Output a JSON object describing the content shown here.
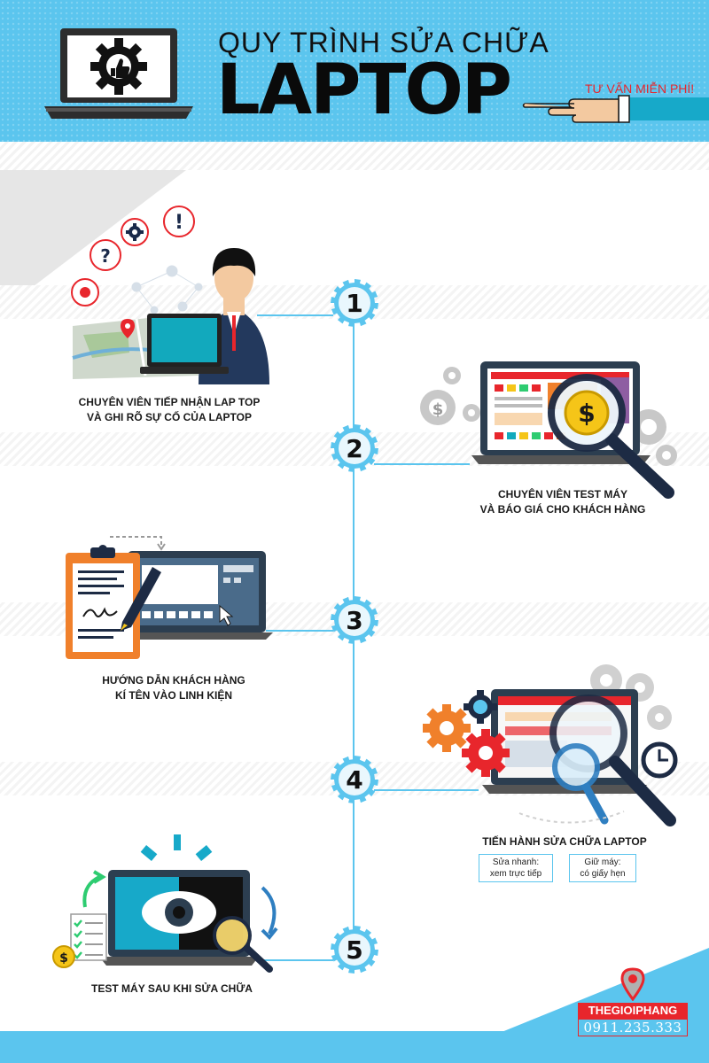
{
  "header": {
    "title_top": "QUY TRÌNH SỬA CHỮA",
    "title_main": "LAPTOP",
    "consult": "TƯ VẤN MIỄN PHÍ!"
  },
  "steps": [
    {
      "number": "1",
      "label_lines": [
        "CHUYÊN VIÊN TIẾP NHẬN LAP TOP",
        "VÀ GHI RÕ SỰ CỐ CỦA LAPTOP"
      ]
    },
    {
      "number": "2",
      "label_lines": [
        "CHUYÊN VIÊN TEST MÁY",
        "VÀ BÁO GIÁ CHO KHÁCH HÀNG"
      ]
    },
    {
      "number": "3",
      "label_lines": [
        "HƯỚNG DẪN KHÁCH HÀNG",
        "KÍ TÊN VÀO LINH KIỆN"
      ]
    },
    {
      "number": "4",
      "label_lines": [
        "TIẾN HÀNH SỬA CHỮA LAPTOP"
      ],
      "options": [
        {
          "line1": "Sửa nhanh:",
          "line2": "xem trực tiếp"
        },
        {
          "line1": "Giữ máy:",
          "line2": "có giấy hẹn"
        }
      ]
    },
    {
      "number": "5",
      "label_lines": [
        "TEST MÁY SAU KHI SỬA CHỮA"
      ]
    }
  ],
  "icon_glyphs": {
    "question": "?",
    "exclaim": "!",
    "dollar": "$"
  },
  "footer": {
    "brand": "THEGIOIPHANG",
    "phone": "0911.235.333"
  },
  "colors": {
    "accent_blue": "#5bc5ee",
    "brand_red": "#e8262c",
    "dark_navy": "#2c3e50",
    "orange": "#f0802b",
    "yellow": "#f5c518"
  }
}
